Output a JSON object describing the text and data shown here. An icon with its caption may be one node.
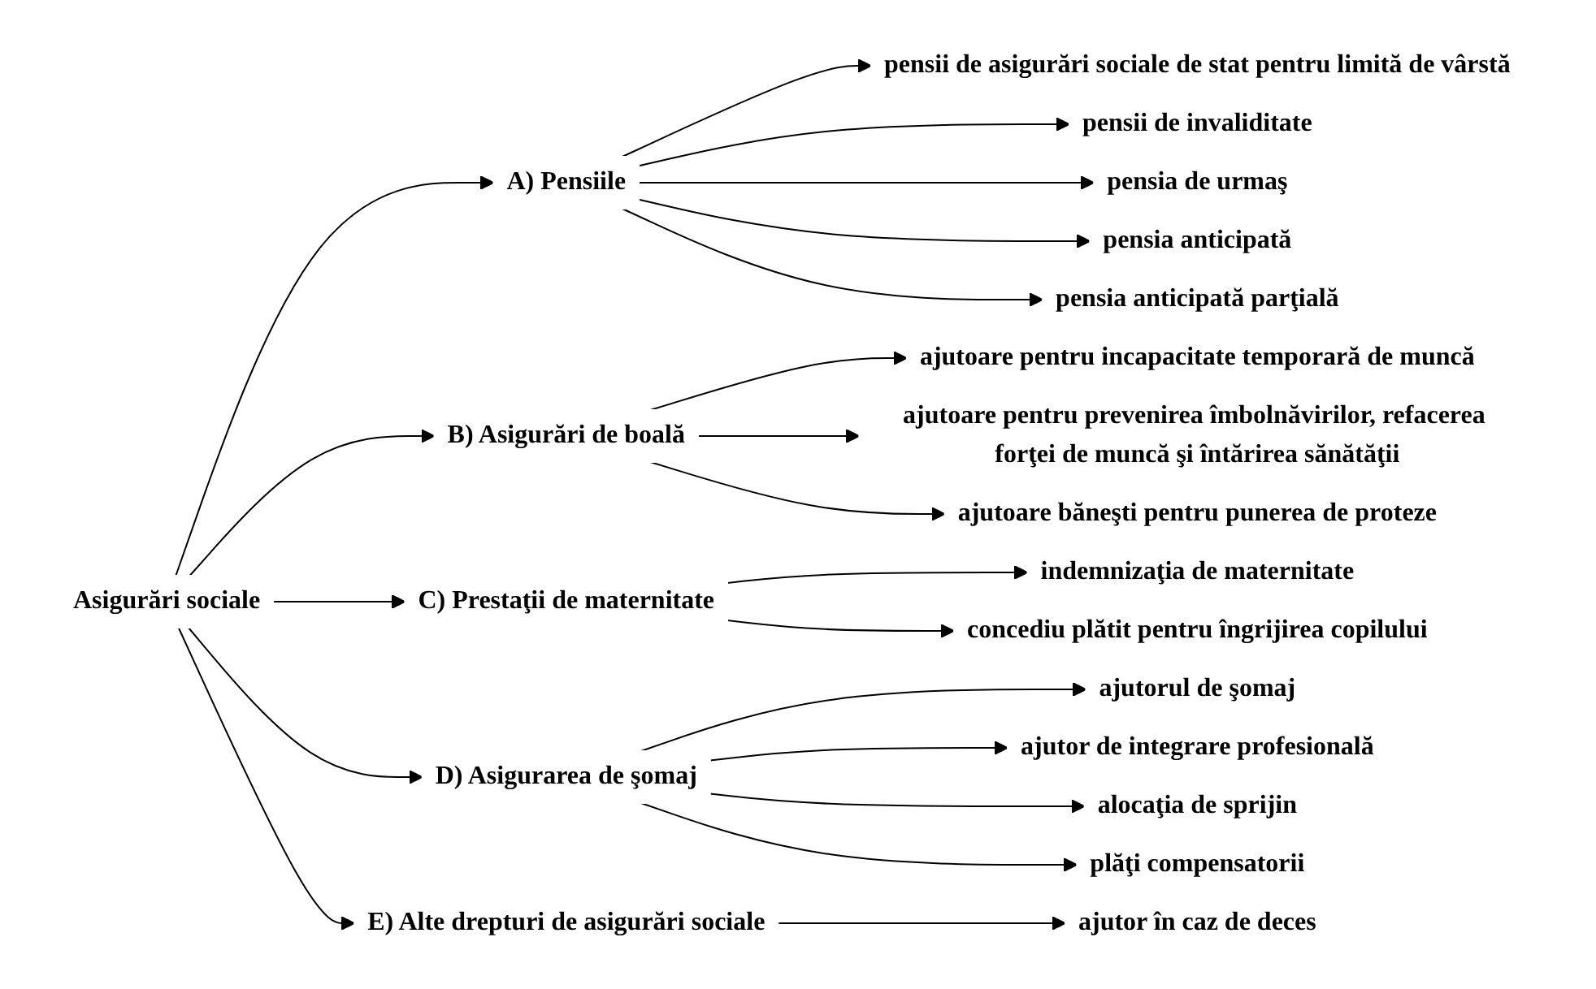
{
  "diagram": {
    "nodes": [
      {
        "text": [
          "Asigurări sociale"
        ]
      },
      {
        "text": [
          "A) Pensiile"
        ]
      },
      {
        "text": [
          "pensii de asigurări sociale de stat pentru limită de vârstă"
        ]
      },
      {
        "text": [
          "pensii de invaliditate"
        ]
      },
      {
        "text": [
          "pensia de urmaş"
        ]
      },
      {
        "text": [
          "pensia anticipată"
        ]
      },
      {
        "text": [
          "pensia anticipată parţială"
        ]
      },
      {
        "text": [
          "B) Asigurări de boală"
        ]
      },
      {
        "text": [
          "ajutoare pentru incapacitate temporară de muncă"
        ]
      },
      {
        "text": [
          "ajutoare pentru prevenirea îmbolnăvirilor, refacerea forţei de muncă şi întărirea sănătăţii"
        ]
      },
      {
        "text": [
          "ajutoare băneşti pentru punerea de proteze"
        ]
      },
      {
        "text": [
          "C) Prestaţii de maternitate"
        ]
      },
      {
        "text": [
          "indemnizaţia de maternitate"
        ]
      },
      {
        "text": [
          "concediu plătit pentru îngrijirea copilului"
        ]
      },
      {
        "text": [
          "D) Asigurarea de şomaj"
        ]
      },
      {
        "text": [
          "ajutorul de şomaj"
        ]
      },
      {
        "text": [
          "ajutor de integrare profesională"
        ]
      },
      {
        "text": [
          "alocaţia de sprijin"
        ]
      },
      {
        "text": [
          "plăţi compensatorii"
        ]
      },
      {
        "text": [
          "E) Alte drepturi de asigurări sociale"
        ]
      },
      {
        "text": [
          "ajutor în caz de deces"
        ]
      }
    ],
    "edges": [
      {
        "from": 0,
        "to": 1,
        "arrow": "to"
      },
      {
        "from": 1,
        "to": 2,
        "arrow": "to"
      },
      {
        "from": 1,
        "to": 3,
        "arrow": "to"
      },
      {
        "from": 1,
        "to": 4,
        "arrow": "to"
      },
      {
        "from": 1,
        "to": 5,
        "arrow": "to"
      },
      {
        "from": 1,
        "to": 6,
        "arrow": "to"
      },
      {
        "from": 0,
        "to": 7,
        "arrow": "to"
      },
      {
        "from": 7,
        "to": 8,
        "arrow": "to"
      },
      {
        "from": 7,
        "to": 9,
        "arrow": "to"
      },
      {
        "from": 7,
        "to": 10,
        "arrow": "to"
      },
      {
        "from": 0,
        "to": 11,
        "arrow": "to"
      },
      {
        "from": 11,
        "to": 12,
        "arrow": "to"
      },
      {
        "from": 11,
        "to": 13,
        "arrow": "to"
      },
      {
        "from": 0,
        "to": 14,
        "arrow": "to"
      },
      {
        "from": 14,
        "to": 15,
        "arrow": "to"
      },
      {
        "from": 14,
        "to": 16,
        "arrow": "to"
      },
      {
        "from": 14,
        "to": 17,
        "arrow": "to"
      },
      {
        "from": 14,
        "to": 18,
        "arrow": "to"
      },
      {
        "from": 0,
        "to": 19,
        "arrow": "to"
      },
      {
        "from": 19,
        "to": 20,
        "arrow": "to"
      }
    ]
  }
}
